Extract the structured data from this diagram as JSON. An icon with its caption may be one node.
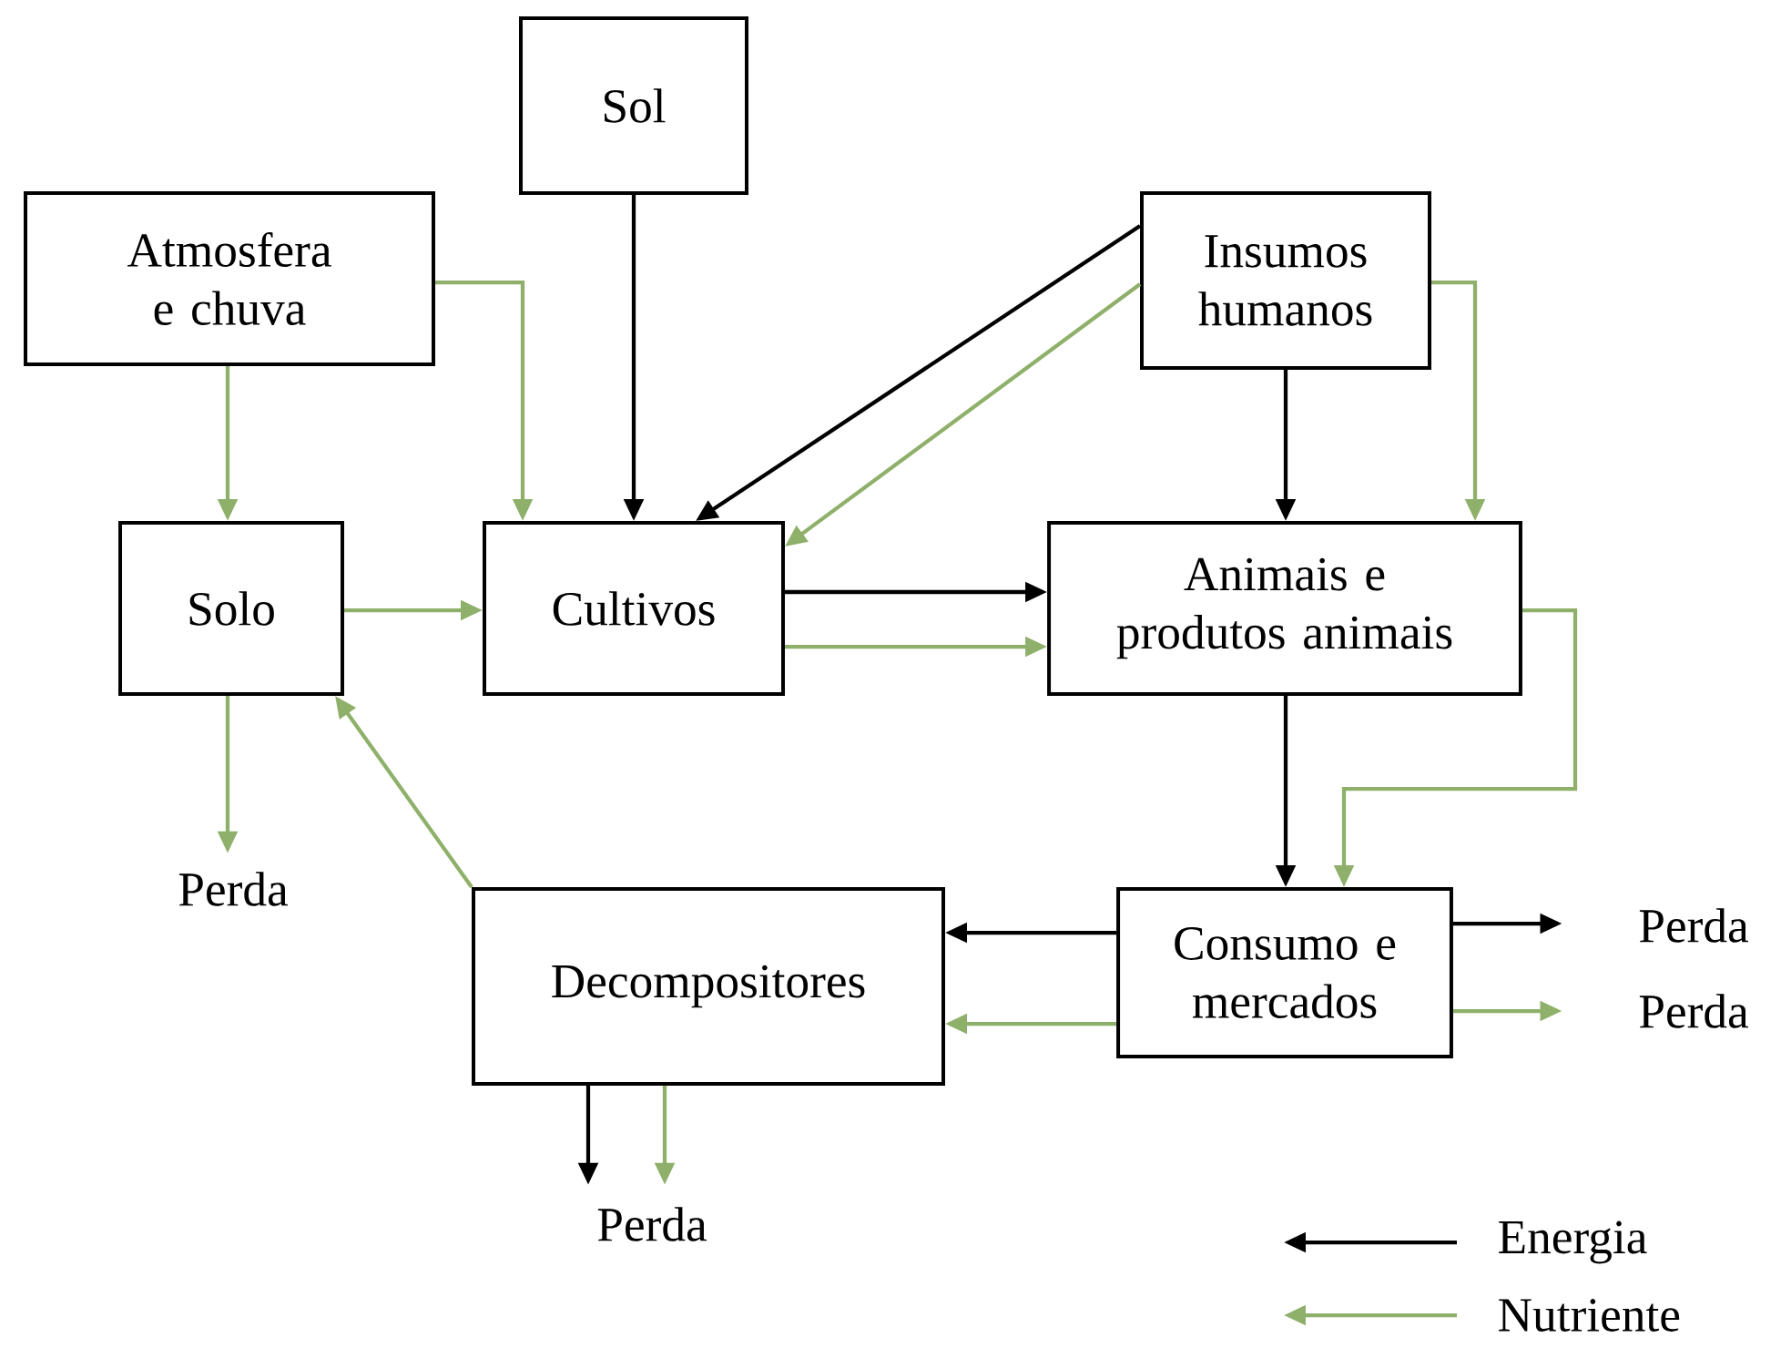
{
  "diagram": {
    "nodes": [
      {
        "text": [
          "Sol"
        ]
      },
      {
        "text": [
          "Atmosfera e chuva"
        ]
      },
      {
        "text": [
          "Insumos humanos"
        ]
      },
      {
        "text": [
          "Solo"
        ]
      },
      {
        "text": [
          "Cultivos"
        ]
      },
      {
        "text": [
          "Animais e produtos animais"
        ]
      },
      {
        "text": [
          "Perda"
        ]
      },
      {
        "text": [
          "Decompositores"
        ]
      },
      {
        "text": [
          "Consumo e mercados"
        ]
      },
      {
        "text": [
          "Perda"
        ]
      },
      {
        "text": [
          "Perda"
        ]
      },
      {
        "text": [
          "Perda"
        ]
      }
    ],
    "edges": [
      {
        "from": 0,
        "to": 4,
        "arrow": "to",
        "color": "#000000"
      },
      {
        "from": 1,
        "to": 3,
        "arrow": "to",
        "color": "#8fb06a"
      },
      {
        "from": 1,
        "to": 4,
        "arrow": "to",
        "color": "#8fb06a"
      },
      {
        "from": 2,
        "to": 4,
        "arrow": "to",
        "color": "#000000"
      },
      {
        "from": 2,
        "to": 4,
        "arrow": "to",
        "color": "#8fb06a"
      },
      {
        "from": 2,
        "to": 5,
        "arrow": "to",
        "color": "#000000"
      },
      {
        "from": 2,
        "to": 5,
        "arrow": "to",
        "color": "#8fb06a"
      },
      {
        "from": 3,
        "to": 4,
        "arrow": "to",
        "color": "#8fb06a"
      },
      {
        "from": 4,
        "to": 5,
        "arrow": "to",
        "color": "#000000"
      },
      {
        "from": 4,
        "to": 5,
        "arrow": "to",
        "color": "#8fb06a"
      },
      {
        "from": 3,
        "to": 6,
        "arrow": "to",
        "color": "#8fb06a"
      },
      {
        "from": 7,
        "to": 3,
        "arrow": "to",
        "color": "#8fb06a"
      },
      {
        "from": 5,
        "to": 8,
        "arrow": "to",
        "color": "#000000"
      },
      {
        "from": 5,
        "to": 8,
        "arrow": "to",
        "color": "#8fb06a"
      },
      {
        "from": 8,
        "to": 7,
        "arrow": "to",
        "color": "#000000"
      },
      {
        "from": 8,
        "to": 7,
        "arrow": "to",
        "color": "#8fb06a"
      },
      {
        "from": 8,
        "to": 9,
        "arrow": "to",
        "color": "#000000"
      },
      {
        "from": 8,
        "to": 10,
        "arrow": "to",
        "color": "#8fb06a"
      },
      {
        "from": 7,
        "to": 11,
        "arrow": "to",
        "color": "#000000"
      },
      {
        "from": 7,
        "to": 11,
        "arrow": "to",
        "color": "#8fb06a"
      }
    ],
    "legend": [
      {
        "text": "Energia"
      },
      {
        "text": "Nutriente"
      }
    ]
  }
}
